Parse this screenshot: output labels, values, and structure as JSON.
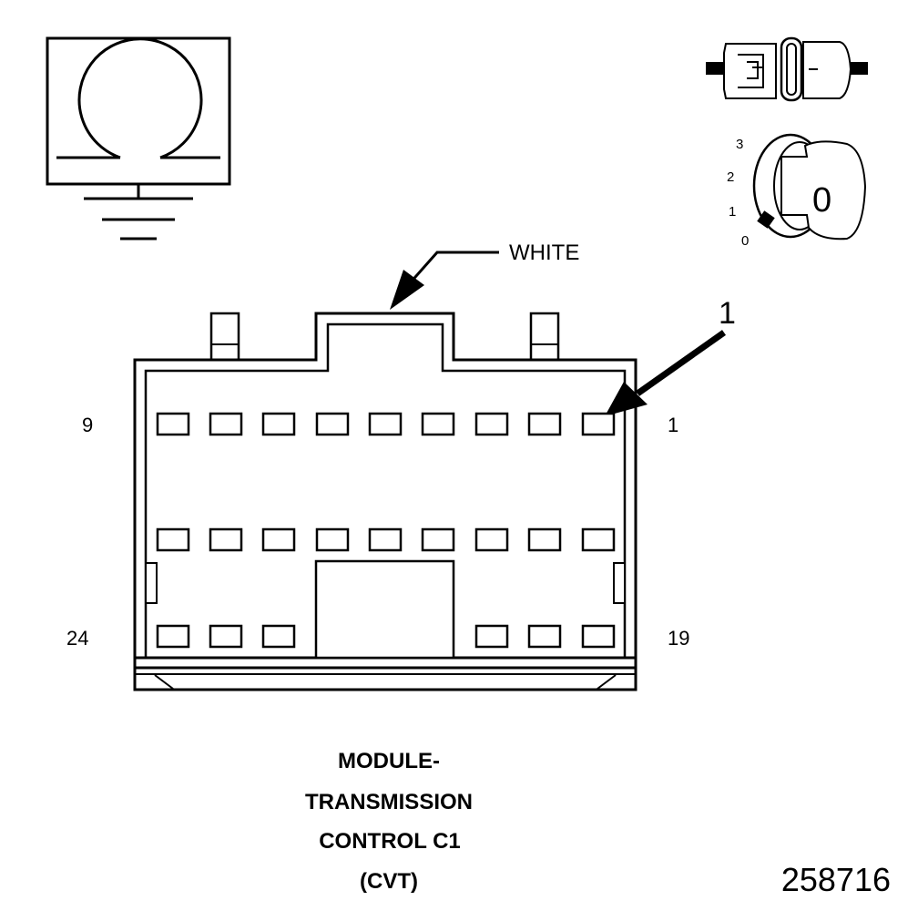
{
  "icons": {
    "ground_symbol": "omega-ground-icon",
    "connector_plug": "connector-plug-icon",
    "ignition_key": "ignition-key-icon"
  },
  "ignition": {
    "positions": [
      "3",
      "2",
      "1",
      "0"
    ],
    "key_label": "0"
  },
  "callouts": {
    "color": "WHITE",
    "number": "1"
  },
  "connector": {
    "pin_labels": {
      "top_left": "9",
      "top_right": "1",
      "bottom_left": "24",
      "bottom_right": "19"
    },
    "rows": {
      "row1_cavities": 9,
      "row2_cavities": 9,
      "row3_left_cavities": 3,
      "row3_right_cavities": 3
    }
  },
  "title": {
    "lines": [
      "MODULE-",
      "TRANSMISSION",
      "CONTROL C1",
      "(CVT)"
    ]
  },
  "reference_number": "258716",
  "colors": {
    "line": "#000000",
    "background": "#ffffff"
  }
}
